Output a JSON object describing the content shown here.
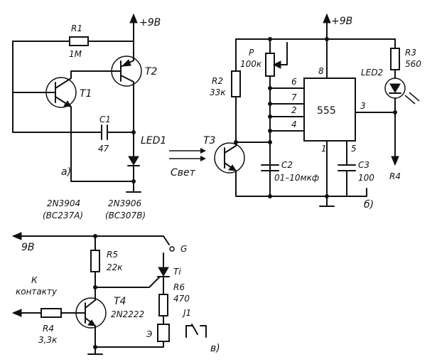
{
  "colors": {
    "ink": "#111111",
    "background": "#ffffff"
  },
  "circuit_a": {
    "supply": "+9В",
    "r1": {
      "name": "R1",
      "value": "1M"
    },
    "t1": "T1",
    "t2": "T2",
    "c1": {
      "name": "C1",
      "value": "47"
    },
    "led1": "LED1",
    "tag": "a)",
    "t1_part": "2N3904",
    "t1_alt": "(BC237A)",
    "t2_part": "2N3906",
    "t2_alt": "(BC307B)"
  },
  "light_label": "Свет",
  "circuit_b": {
    "supply": "+9В",
    "p": {
      "name": "P",
      "value": "100к"
    },
    "r2": {
      "name": "R2",
      "value": "33к"
    },
    "t3": "T3",
    "ic": {
      "name": "555",
      "pins": [
        "6",
        "7",
        "2",
        "4",
        "8",
        "3",
        "1",
        "5"
      ]
    },
    "c2": {
      "name": "C2",
      "value": "01–10мкф"
    },
    "c3": {
      "name": "C3",
      "value": "100"
    },
    "r3": {
      "name": "R3",
      "value": "560"
    },
    "led2": "LED2",
    "r4_out": "R4",
    "tag": "б)"
  },
  "circuit_c": {
    "supply": "9В",
    "r5": {
      "name": "R5",
      "value": "22к"
    },
    "terminal_g": "G",
    "ti": "Ti",
    "r6": {
      "name": "R6",
      "value": "470"
    },
    "t4": {
      "name": "T4",
      "part": "2N2222"
    },
    "contact_label_1": "К",
    "contact_label_2": "контакту",
    "r4": {
      "name": "R4",
      "value": "3,3к"
    },
    "relay_coil": "Э",
    "relay_contact": "J1",
    "tag": "в)"
  }
}
